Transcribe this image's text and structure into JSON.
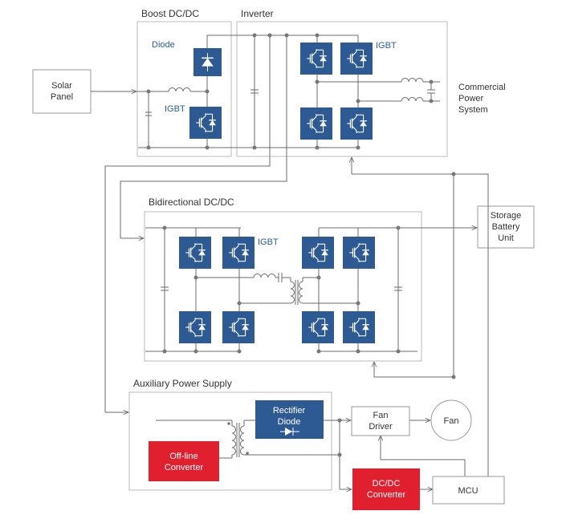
{
  "sections": {
    "boost": "Boost DC/DC",
    "inverter": "Inverter",
    "bidirectional": "Bidirectional  DC/DC",
    "auxiliary": "Auxiliary  Power Supply"
  },
  "labels": {
    "diode": "Diode",
    "igbt": "IGBT"
  },
  "blocks": {
    "solar_panel": [
      "Solar",
      "Panel"
    ],
    "commercial_power": [
      "Commercial",
      "Power",
      "System"
    ],
    "storage_battery": [
      "Storage",
      "Battery",
      "Unit"
    ],
    "rectifier_diode": [
      "Rectifier",
      "Diode"
    ],
    "offline_converter": [
      "Off-line",
      "Converter"
    ],
    "fan_driver": [
      "Fan",
      "Driver"
    ],
    "fan": "Fan",
    "dcdc_converter": [
      "DC/DC",
      "Converter"
    ],
    "mcu": "MCU"
  },
  "colors": {
    "device_blue": "#2e5a94",
    "highlight_red": "#e0202e",
    "label_blue": "#2b5c9c",
    "wire": "#6b6b6b"
  }
}
